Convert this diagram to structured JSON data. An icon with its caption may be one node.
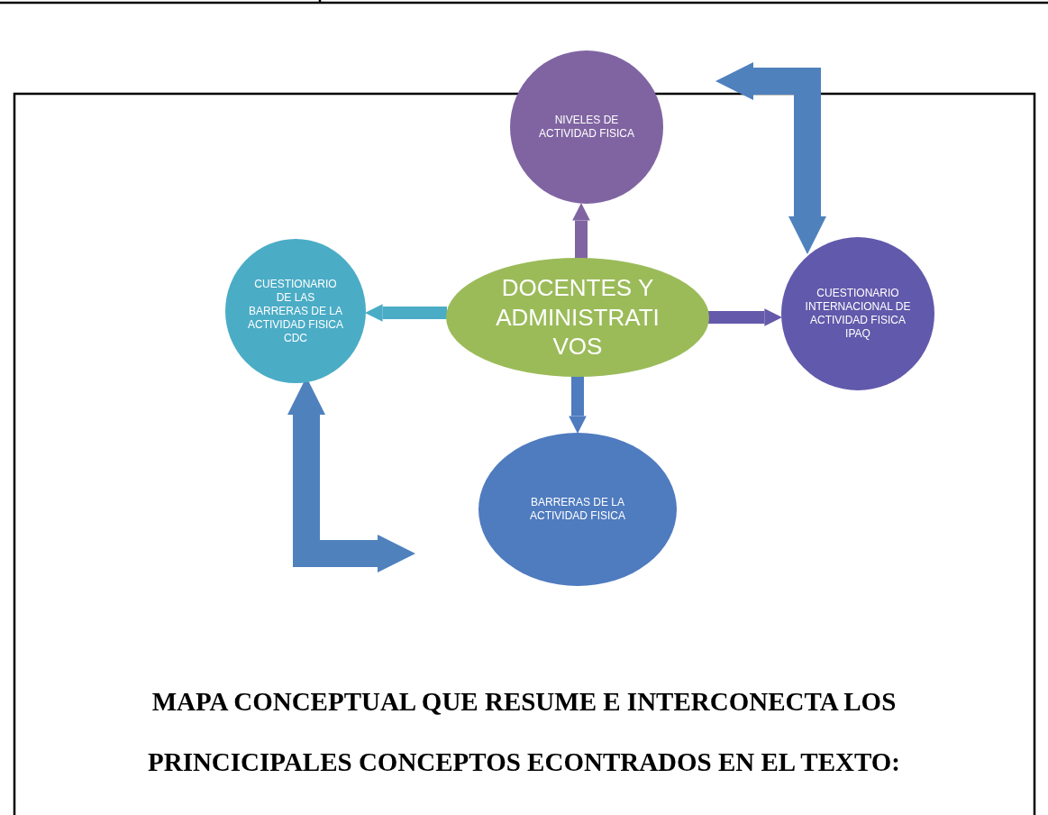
{
  "diagram": {
    "caption": "MAPA CONCEPTUAL QUE RESUME E INTERCONECTA LOS PRINCICIPALES CONCEPTOS ECONTRADOS EN EL TEXTO:",
    "nodes": [
      {
        "text": [
          "DOCENTES Y ADMINISTRATIVOS"
        ]
      },
      {
        "text": [
          "NIVELES DE ACTIVIDAD FISICA"
        ]
      },
      {
        "text": [
          "CUESTIONARIO INTERNACIONAL DE ACTIVIDAD FISICA IPAQ"
        ]
      },
      {
        "text": [
          "BARRERAS DE LA ACTIVIDAD FISICA"
        ]
      },
      {
        "text": [
          "CUESTIONARIO DE LAS BARRERAS DE LA ACTIVIDAD FISICA CDC"
        ]
      }
    ],
    "edges": [
      {
        "from": 0,
        "to": 1,
        "arrow": "to",
        "color": "#8064a2"
      },
      {
        "from": 0,
        "to": 4,
        "arrow": "to",
        "color": "#4bacc6"
      },
      {
        "from": 0,
        "to": 2,
        "arrow": "to",
        "color": "#6559ab"
      },
      {
        "from": 0,
        "to": 3,
        "arrow": "to",
        "color": "#4f7bbf"
      },
      {
        "from": 2,
        "to": 1,
        "arrow": "both",
        "style": "thick",
        "color": "#4f81bd"
      },
      {
        "from": 4,
        "to": 3,
        "arrow": "both",
        "style": "thick",
        "color": "#4f81bd"
      }
    ]
  }
}
